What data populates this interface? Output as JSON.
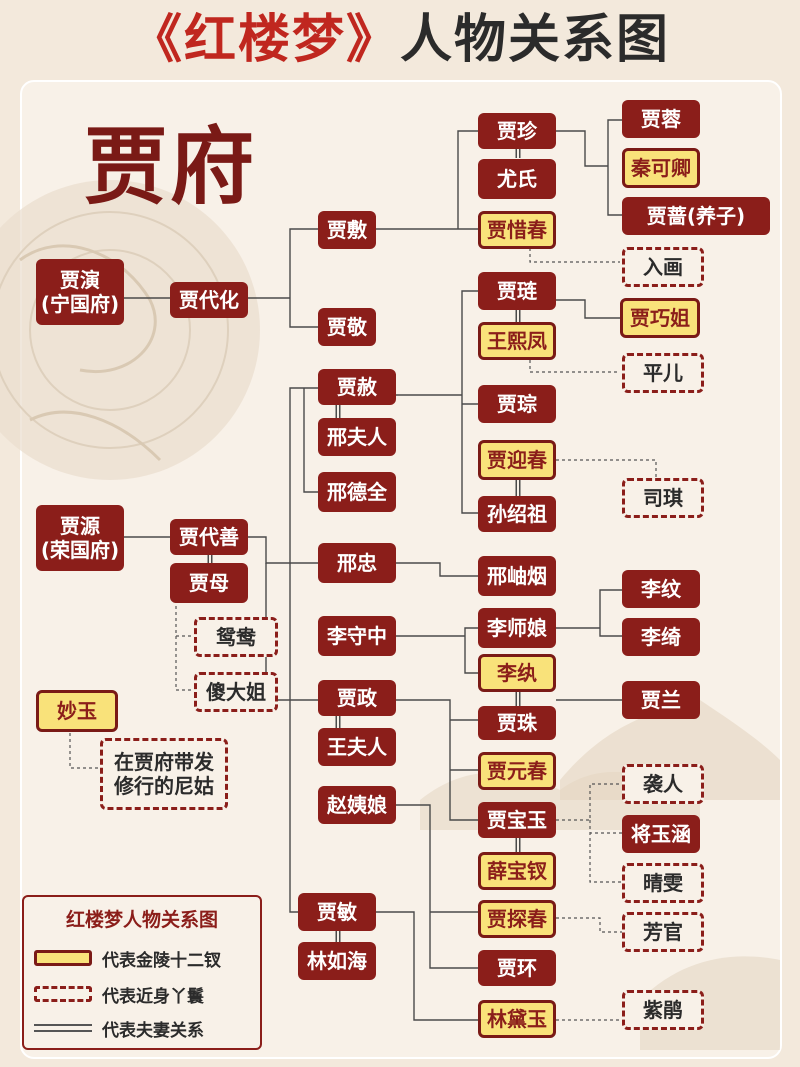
{
  "title": {
    "red": "《红楼梦》",
    "dark": "人物关系图"
  },
  "heading": "贾府",
  "people": {
    "jia_yan": "贾演\n(宁国府)",
    "jia_daihua": "贾代化",
    "jia_fu": "贾敷",
    "jia_jing": "贾敬",
    "jia_zhen": "贾珍",
    "you_shi": "尤氏",
    "jia_xichun": "贾惜春",
    "jia_rong": "贾蓉",
    "qin_keqing": "秦可卿",
    "jia_qiang": "贾蔷(养子)",
    "ru_hua": "入画",
    "jia_lian": "贾琏",
    "wang_xifeng": "王熙凤",
    "jia_qiaojie": "贾巧姐",
    "ping_er": "平儿",
    "jia_she": "贾赦",
    "xing_furen": "邢夫人",
    "xing_dequan": "邢德全",
    "xing_zhong": "邢忠",
    "jia_cong": "贾琮",
    "jia_yingchun": "贾迎春",
    "sun_shaozu": "孙绍祖",
    "si_qi": "司琪",
    "xing_xiuyan": "邢岫烟",
    "jia_yuan": "贾源\n(荣国府)",
    "jia_daishan": "贾代善",
    "jia_mu": "贾母",
    "yuan_yang": "鸳鸯",
    "sha_dajie": "傻大姐",
    "miao_yu": "妙玉",
    "miaoyu_note": "在贾府带发\n修行的尼姑",
    "li_shouzhong": "李守中",
    "li_shiniang": "李师娘",
    "li_wan": "李纨",
    "li_wen": "李纹",
    "li_qi": "李绮",
    "jia_lan": "贾兰",
    "jia_zheng": "贾政",
    "wang_furen": "王夫人",
    "zhao_yiniang": "赵姨娘",
    "jia_zhu": "贾珠",
    "jia_yuanchun": "贾元春",
    "jia_baoyu": "贾宝玉",
    "xue_baochai": "薛宝钗",
    "jia_tanchun": "贾探春",
    "jia_huan": "贾环",
    "lin_daiyu": "林黛玉",
    "xi_ren": "袭人",
    "jiang_yuhan": "将玉涵",
    "qing_wen": "晴雯",
    "fang_guan": "芳官",
    "zi_juan": "紫鹃",
    "jia_min": "贾敏",
    "lin_ruhai": "林如海"
  },
  "legend": {
    "title": "红楼梦人物关系图",
    "gold": "代表金陵十二钗",
    "dashed": "代表近身丫鬟",
    "line": "代表夫妻关系"
  },
  "colors": {
    "red": "#8b1e1a",
    "gold": "#f9e27a",
    "title_red": "#c0271f"
  }
}
